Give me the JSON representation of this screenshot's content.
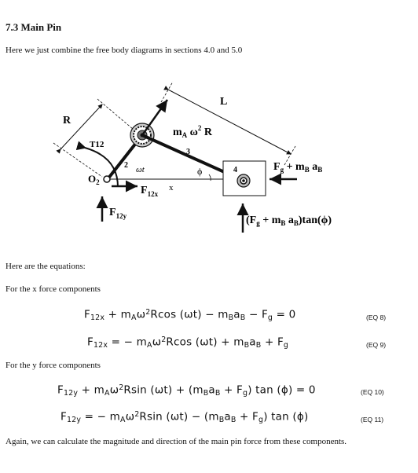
{
  "heading": "7.3  Main Pin",
  "intro": "Here we just combine the free body diagrams in sections 4.0 and 5.0",
  "diagram": {
    "label_L": "L",
    "label_R": "R",
    "label_T12": "T12",
    "label_2": "2",
    "label_omega_t": "ωt",
    "label_O2": "O",
    "label_O2_sub": "2",
    "label_mA": "m",
    "label_mA_sub": "A",
    "label_omega2R": "ω",
    "label_omega2R_sup": "2",
    "label_R2": "R",
    "label_3": "3",
    "label_phi": "ϕ",
    "label_4": "4",
    "label_x": "x",
    "label_F12x": "F",
    "label_F12x_sub": "12x",
    "label_F12y": "F",
    "label_F12y_sub": "12y",
    "label_Fg_right": "F",
    "label_Fg_right_sub": "g",
    "label_Fg_right_rest": " + m",
    "label_Fg_right_sub2": "B",
    "label_Fg_right_tail": " a",
    "label_Fg_right_sub3": "B",
    "label_bottom_open": "(F",
    "label_bottom_sub1": "g",
    "label_bottom_mid": " + m",
    "label_bottom_sub2": "B",
    "label_bottom_mid2": " a",
    "label_bottom_sub3": "B",
    "label_bottom_close": ")tan(ϕ)"
  },
  "equations_intro": "Here are the equations:",
  "x_heading": "For the x force components",
  "y_heading": "For the y force components",
  "eq8_number": "(EQ 8)",
  "eq9_number": "(EQ 9)",
  "eq10_number": "(EQ 10)",
  "eq11_number": "(EQ 11)",
  "closing": "Again, we can calculate the magnitude and direction of the main pin force from these components."
}
